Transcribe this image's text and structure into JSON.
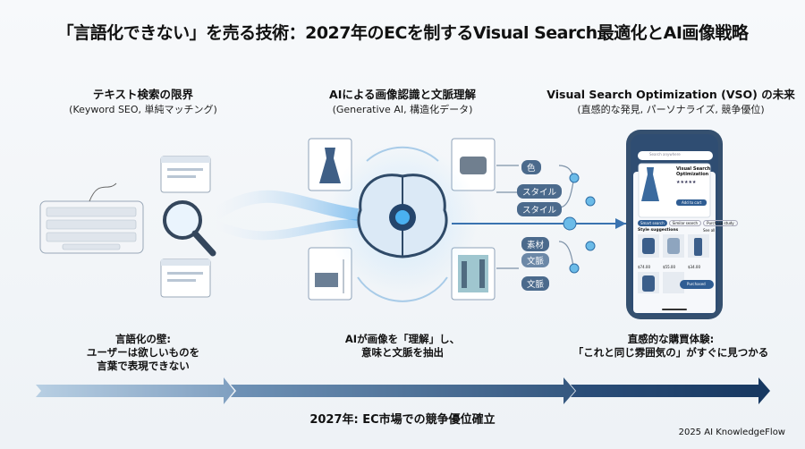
{
  "title": "「言語化できない」を売る技術：2027年のECを制するVisual Search最適化とAI画像戦略",
  "columns": [
    {
      "heading": "テキスト検索の限界",
      "subheading": "(Keyword SEO, 単純マッチング)",
      "caption": [
        "言語化の壁:",
        "ユーザーは欲しいものを",
        "言葉で表現できない"
      ]
    },
    {
      "heading": "AIによる画像認識と文脈理解",
      "subheading": "(Generative AI, 構造化データ)",
      "caption": [
        "AIが画像を「理解」し、",
        "意味と文脈を抽出"
      ]
    },
    {
      "heading": "Visual Search Optimization (VSO) の未来",
      "subheading": "(直感的な発見, パーソナライズ, 競争優位)",
      "caption": [
        "直感的な購買体験:",
        "「これと同じ雰囲気の」がすぐに見つかる"
      ]
    }
  ],
  "tags": [
    "色",
    "スタイル",
    "スタイル",
    "素材",
    "文脈",
    "文脈"
  ],
  "phone": {
    "search_placeholder": "Search anywhere",
    "product_title": "Visual Search Optimization",
    "rating": "★★★★★",
    "primary_button": "Add to cart",
    "chips": [
      "Smart search",
      "Similar search",
      "Purchase study"
    ],
    "section_title": "Style suggestions",
    "see_all": "See all",
    "prices": [
      "$74.00",
      "$55.00",
      "$34.00"
    ],
    "fab": "Purchased"
  },
  "timeline_label": "2027年: EC市場での競争優位確立",
  "footer": "2025 AI KnowledgeFlow",
  "colors": {
    "accent": "#1f4f82",
    "arrow_light": "#a9c3da",
    "arrow_dark": "#1c3f6b",
    "tag": "#4b6a8c"
  }
}
